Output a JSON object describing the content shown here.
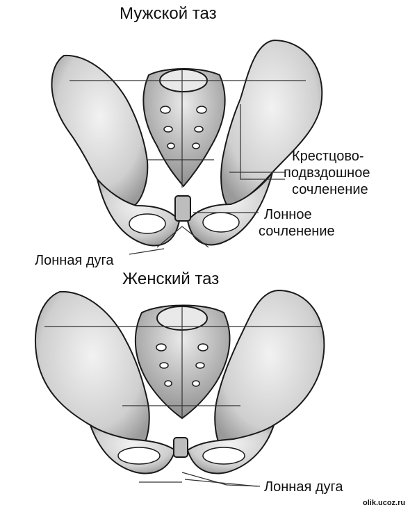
{
  "male_title": "Мужской таз",
  "female_title": "Женский таз",
  "sacroiliac_label_lines": [
    "Крестцово-",
    "подвздошное",
    "сочленение"
  ],
  "symphysis_label_lines": [
    "Лонное",
    "сочленение"
  ],
  "pubic_arch_label_male": "Лонная дуга",
  "pubic_arch_label_female": "Лонная дуга",
  "watermark": "olik.ucoz.ru",
  "colors": {
    "bone": "#dedede",
    "bone_shade": "#a8a8a8",
    "outline": "#1a1a1a",
    "foramen": "#ffffff",
    "text": "#111111"
  }
}
